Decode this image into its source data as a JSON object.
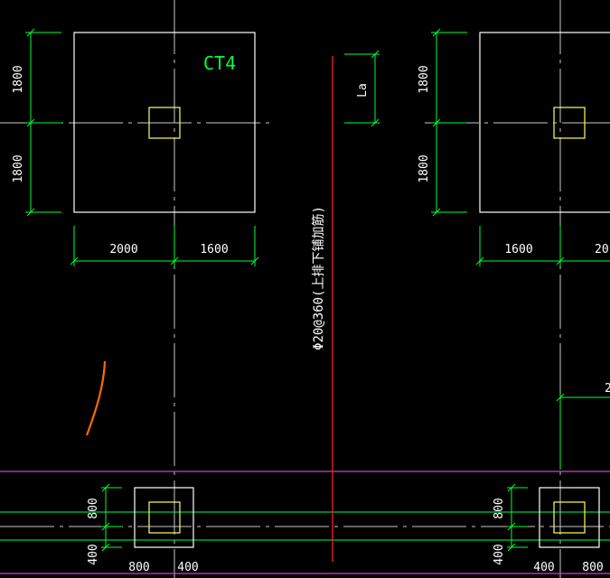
{
  "foundation_tag": "CT4",
  "rebar_note": "Φ20@360(上排下铺加筋)",
  "anchor_label": "La",
  "dims": {
    "left_upper_v": "1800",
    "left_lower_v": "1800",
    "right_upper_v": "1800",
    "right_lower_v": "1800",
    "left_bottom_a": "2000",
    "left_bottom_b": "1600",
    "right_bottom_a": "1600",
    "right_bottom_b": "20",
    "right_edge_partial": "2",
    "beam_left_v_upper": "800",
    "beam_left_v_lower": "400",
    "beam_left_h_a": "800",
    "beam_left_h_b": "400",
    "beam_right_v_upper": "800",
    "beam_right_v_lower": "400",
    "beam_right_h_a": "400",
    "beam_right_h_b": "800"
  },
  "colors": {
    "background": "#000000",
    "outline": "#ffffff",
    "dimension": "#00ff3a",
    "column": "#ffff66",
    "axis": "#c8c8c8",
    "rebar": "#ff2020",
    "beam": "#d040d0",
    "sketch": "#ff6a00"
  }
}
